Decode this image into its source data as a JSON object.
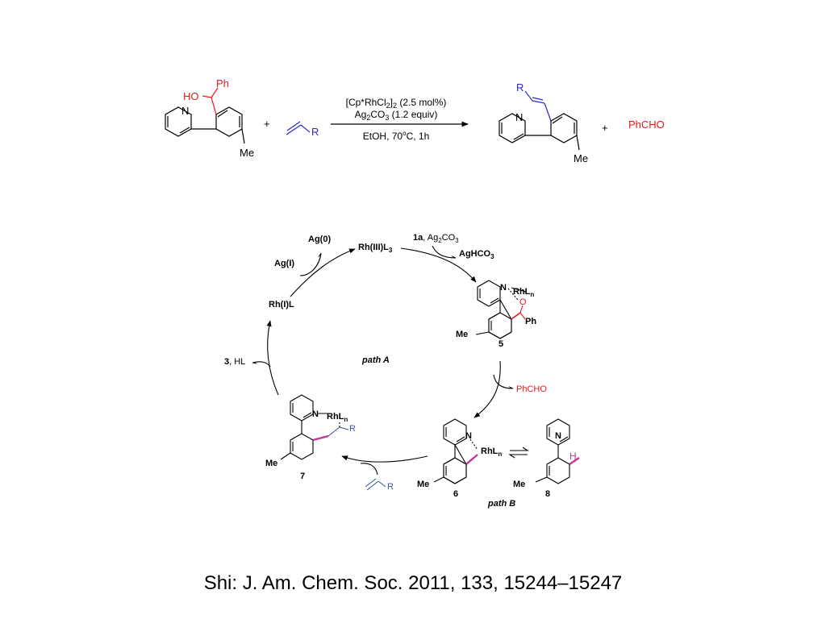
{
  "scheme": {
    "reactant1": {
      "substituent_top": "Ph",
      "hydroxyl": "HO",
      "nitrogen": "N",
      "methyl": "Me"
    },
    "plus_1": "+",
    "alkene_r": "R",
    "conditions": {
      "catalyst": [
        "[Cp*RhCl",
        "2",
        "]",
        "2",
        " (2.5 mol%)"
      ],
      "oxidant": [
        "Ag",
        "2",
        "CO",
        "3",
        " (1.2 equiv)"
      ],
      "solvent": [
        "EtOH, 70",
        "o",
        "C, 1h"
      ]
    },
    "product": {
      "r_group": "R",
      "nitrogen": "N",
      "methyl": "Me"
    },
    "plus_2": "+",
    "byproduct": "PhCHO"
  },
  "cycle": {
    "rh3": [
      "Rh(III)L",
      "3"
    ],
    "ag0": "Ag(0)",
    "agI": "Ag(I)",
    "rh1": "Rh(I)L",
    "step_in": [
      "1a",
      ", Ag",
      "2",
      "CO",
      "3"
    ],
    "aghco3": [
      "AgHCO",
      "3"
    ],
    "int5": {
      "label": "5",
      "rh": [
        "RhL",
        "n"
      ],
      "n": "N",
      "o": "O",
      "ph": "Ph",
      "me": "Me"
    },
    "phcho": "PhCHO",
    "int6": {
      "label": "6",
      "rh": [
        "RhL",
        "n"
      ],
      "n": "N",
      "me": "Me"
    },
    "int8": {
      "label": "8",
      "h": "H",
      "n": "N",
      "me": "Me"
    },
    "path_a": "path A",
    "path_b": "path B",
    "int7": {
      "label": "7",
      "rh": [
        "RhL",
        "n"
      ],
      "r": "R",
      "n": "N",
      "me": "Me"
    },
    "alkene_r": "R",
    "release": [
      "3",
      ", HL"
    ]
  },
  "caption": "Shi: J. Am. Chem. Soc. 2011, 133, 15244–15247",
  "colors": {
    "red": "#e8191c",
    "blue": "#2a2acd",
    "magenta": "#c2368f",
    "slate": "#3b5a9a",
    "black": "#000000"
  }
}
